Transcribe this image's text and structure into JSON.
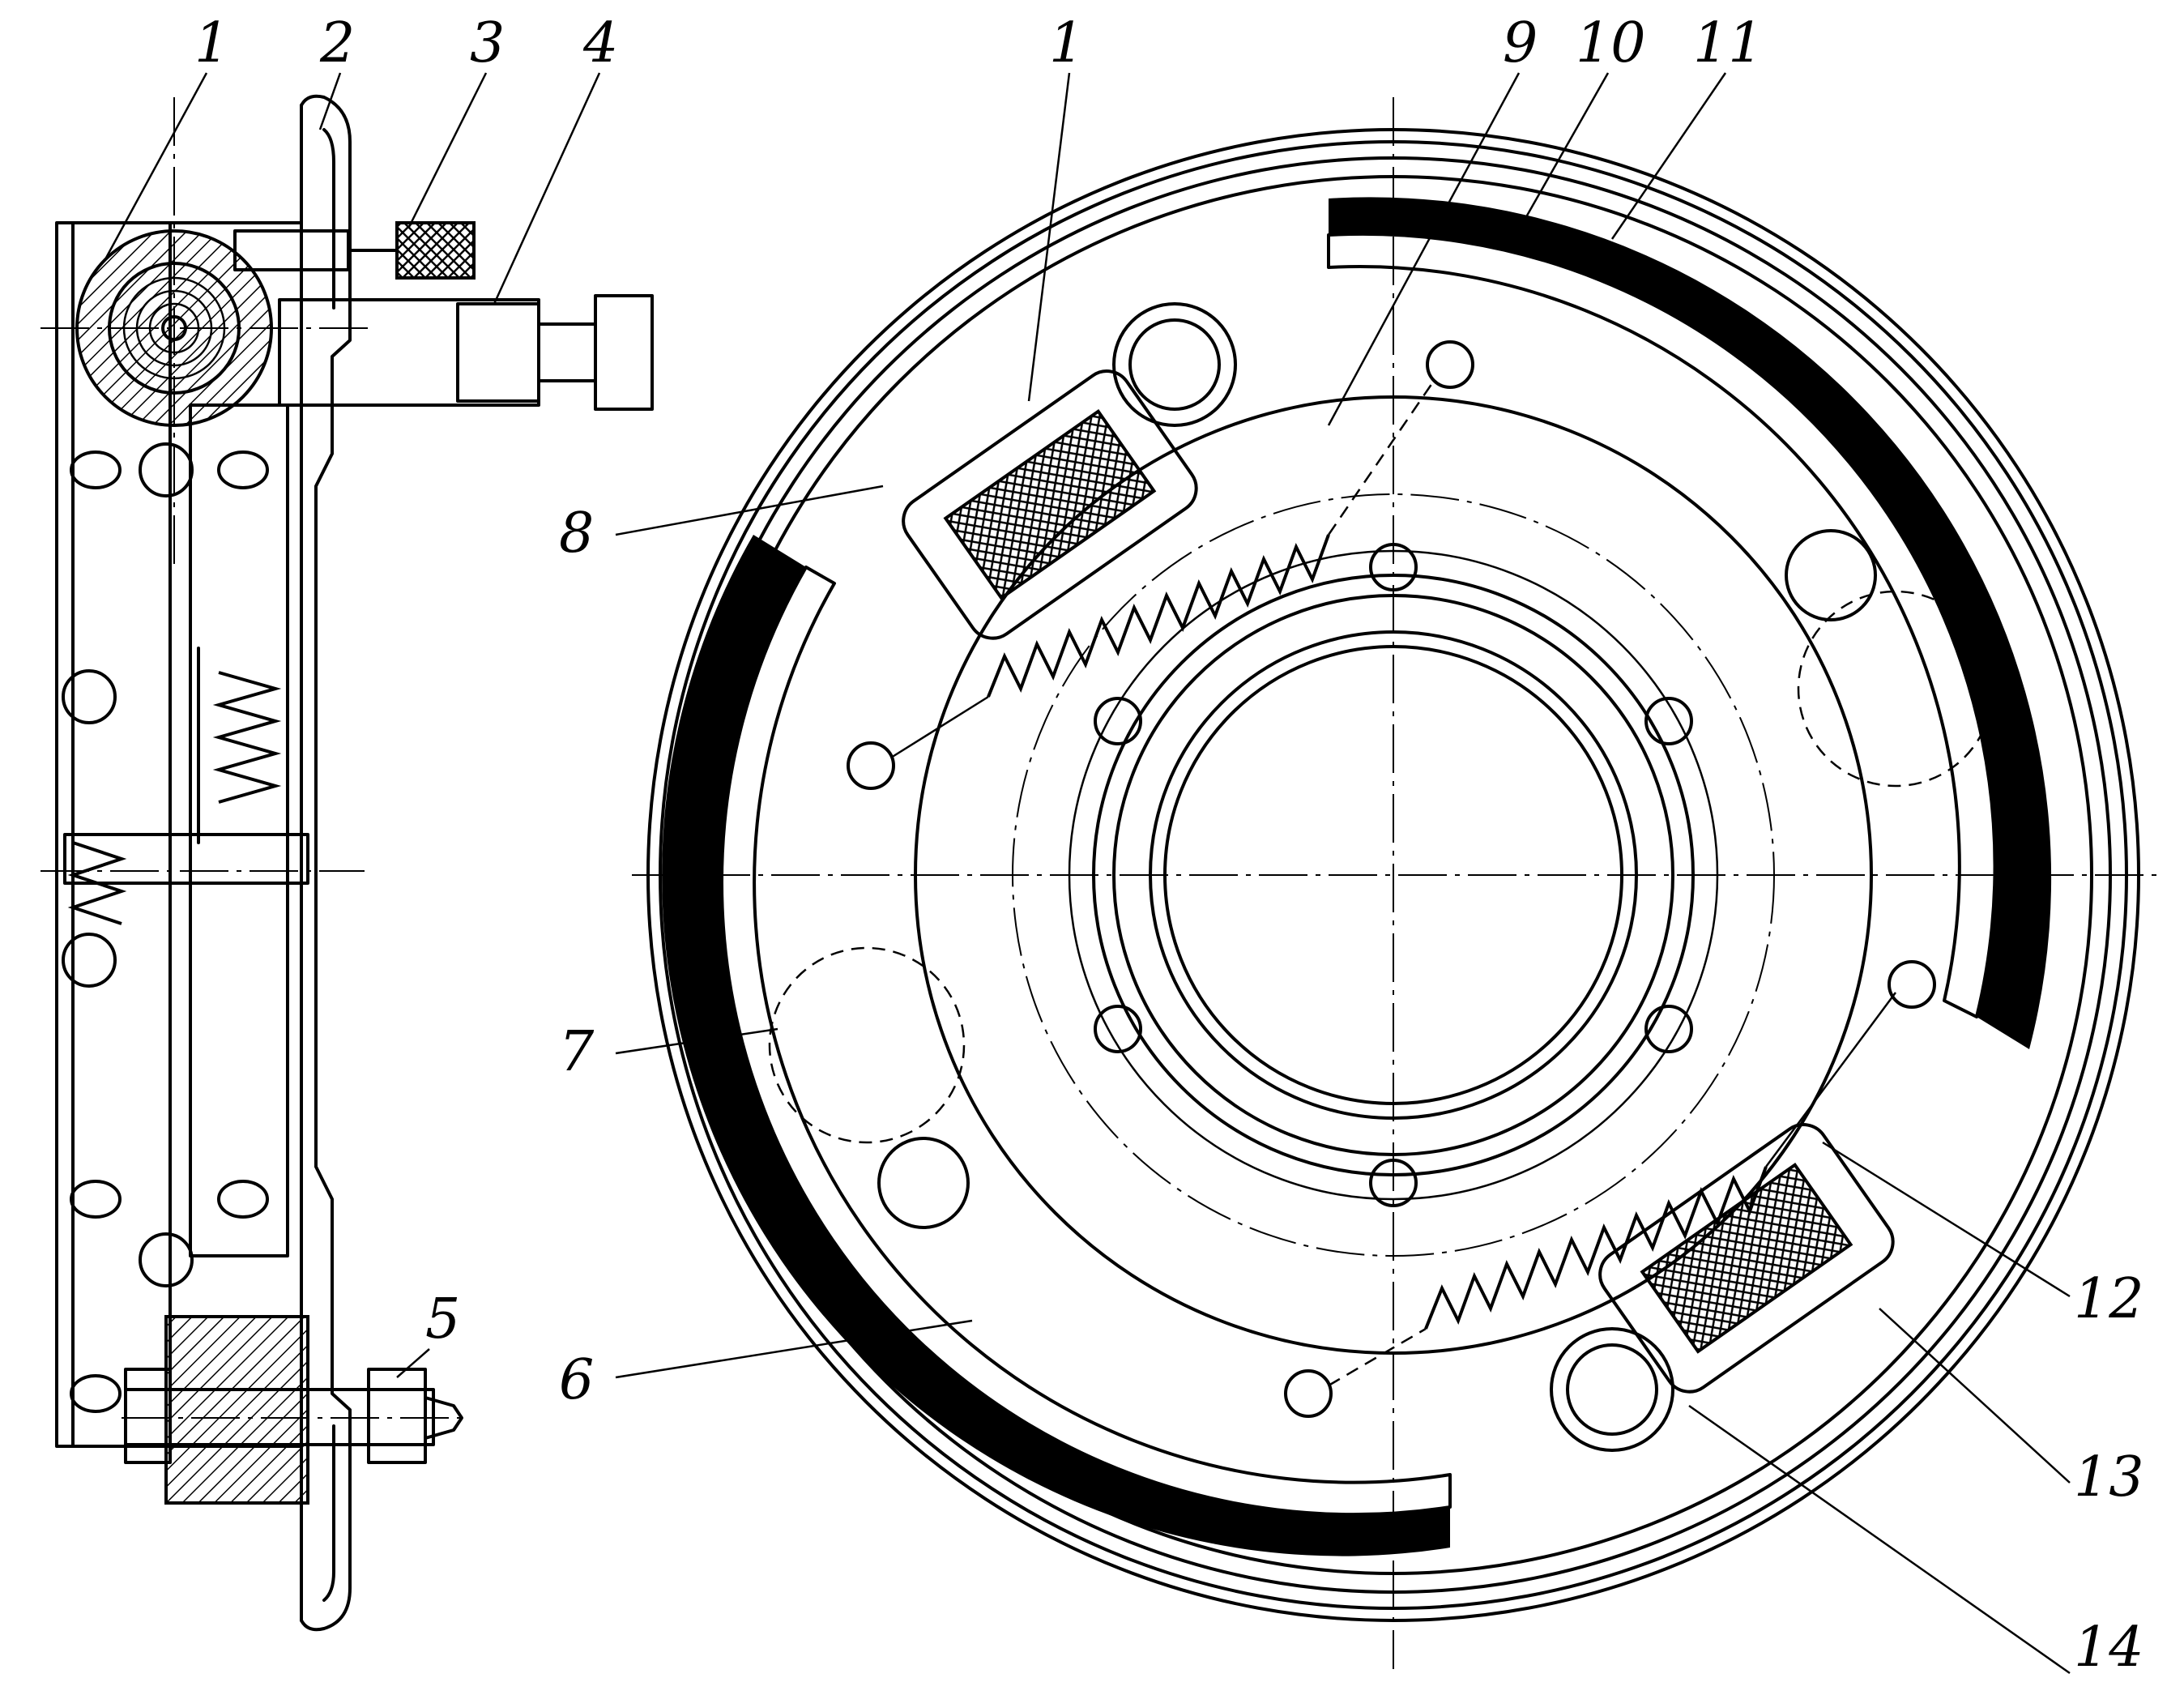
{
  "figure": {
    "callouts": {
      "side_1": "1",
      "side_2": "2",
      "side_3": "3",
      "side_4": "4",
      "side_5": "5",
      "front_1": "1",
      "front_6": "6",
      "front_7": "7",
      "front_8": "8",
      "front_9": "9",
      "front_10": "10",
      "front_11": "11",
      "front_12": "12",
      "front_13": "13",
      "front_14": "14"
    }
  }
}
